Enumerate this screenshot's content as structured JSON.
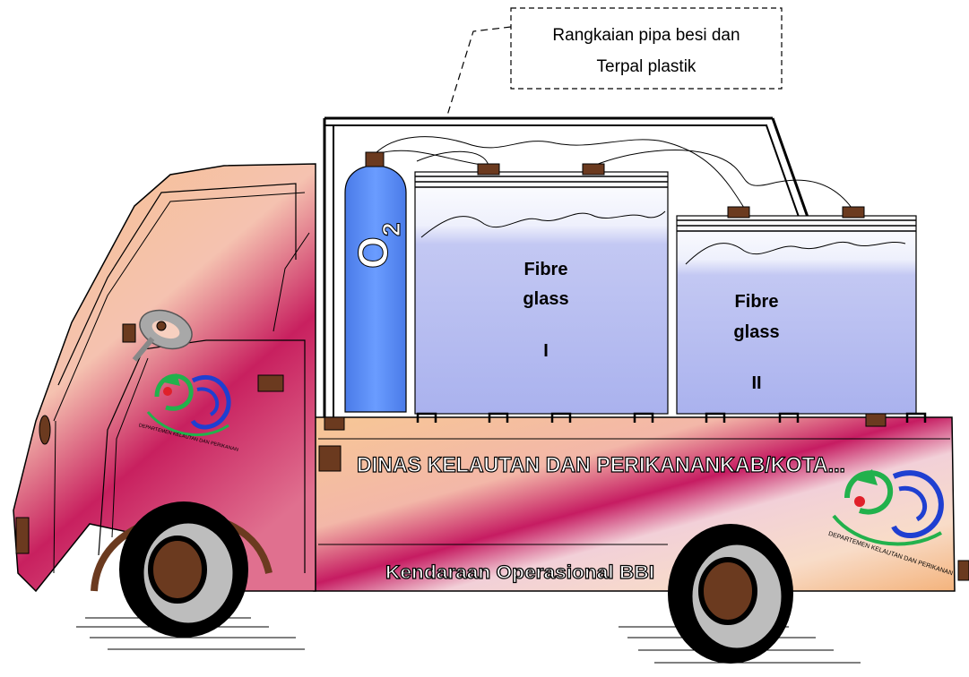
{
  "callout": {
    "line1": "Rangkaian pipa besi dan",
    "line2": "Terpal plastik"
  },
  "cylinder": {
    "label_main": "O",
    "label_sub": "2",
    "color": "#5b8ff5"
  },
  "tank_1": {
    "line1": "Fibre",
    "line2": "glass",
    "numeral": "I"
  },
  "tank_2": {
    "line1": "Fibre",
    "line2": "glass",
    "numeral": "II"
  },
  "side_text": "DINAS KELAUTAN DAN PERIKANANKAB/KOTA...",
  "bottom_text": "Kendaraan Operasional BBI",
  "logo_caption": "DEPARTEMEN KELAUTAN DAN PERIKANAN",
  "colors": {
    "body_light": "#f6c08a",
    "body_magenta": "#c41a5e",
    "tank_fill": "#b9c0f2",
    "frame_brown": "#6b3a1f",
    "logo_green": "#22b14c",
    "logo_blue": "#1f3fd1",
    "logo_red": "#e0202a"
  },
  "icons": [
    "steering-wheel-icon",
    "logo-icon",
    "wheel-icon"
  ]
}
